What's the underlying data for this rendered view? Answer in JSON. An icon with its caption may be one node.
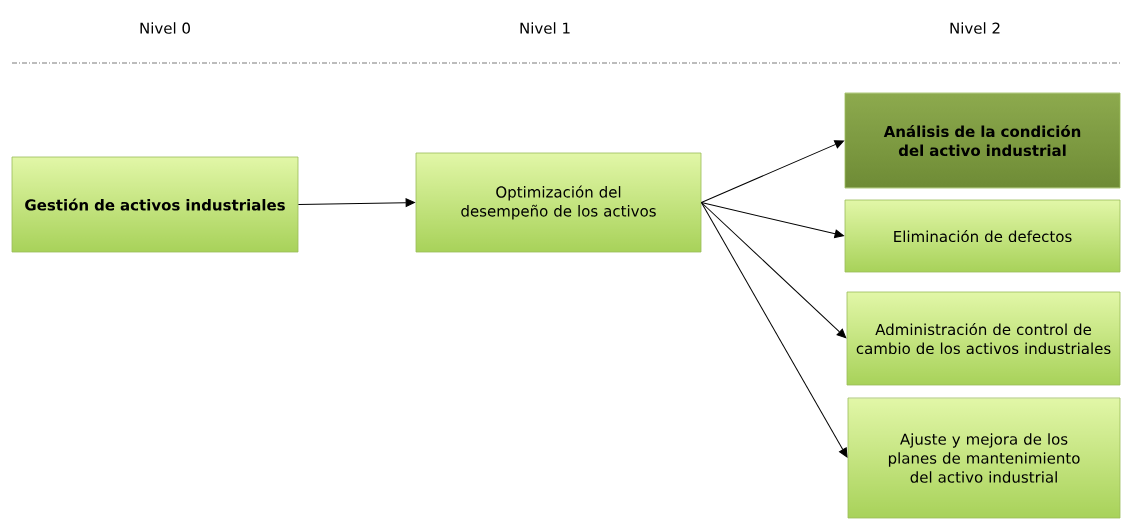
{
  "diagram": {
    "nodes": [
      {
        "text": [
          "Gestión de activos industriales"
        ]
      },
      {
        "text": [
          "Optimización del desempeño de los activos"
        ]
      },
      {
        "text": [
          "Análisis de la condición del activo industrial"
        ]
      },
      {
        "text": [
          "Eliminación de defectos"
        ]
      },
      {
        "text": [
          "Administración de control de cambio de los activos industriales"
        ]
      },
      {
        "text": [
          "Ajuste y mejora de los planes de mantenimiento del activo industrial"
        ]
      }
    ],
    "edges": [
      {
        "from": 0,
        "to": 1,
        "arrow": "to"
      },
      {
        "from": 1,
        "to": 2,
        "arrow": "to"
      },
      {
        "from": 1,
        "to": 3,
        "arrow": "to"
      },
      {
        "from": 1,
        "to": 4,
        "arrow": "to"
      },
      {
        "from": 1,
        "to": 5,
        "arrow": "to"
      }
    ],
    "labels": [
      "Nivel 0",
      "Nivel 1",
      "Nivel 2"
    ]
  }
}
